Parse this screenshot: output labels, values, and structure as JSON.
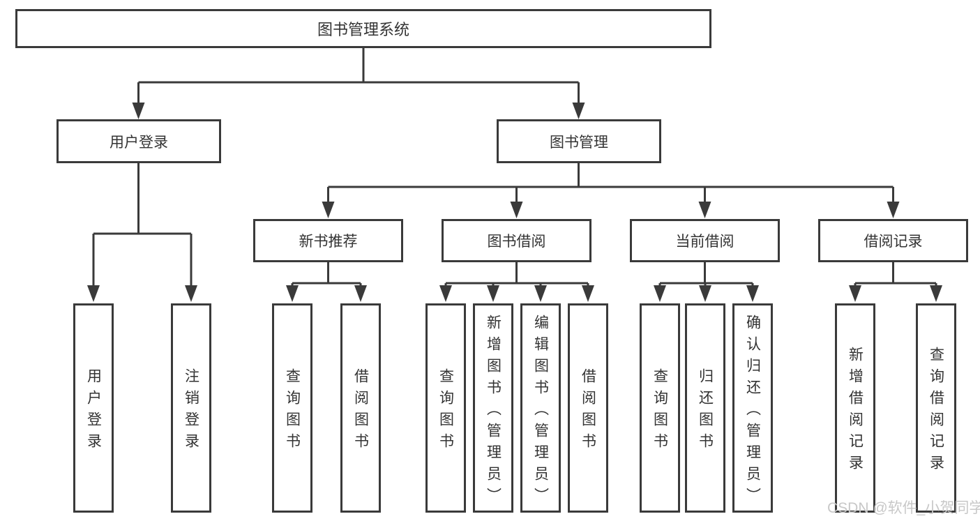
{
  "colors": {
    "line": "#3a3a3a",
    "text": "#333333",
    "box_fill": "#ffffff",
    "background": "#ffffff",
    "watermark": "#c8c8c8"
  },
  "diagram": {
    "root": {
      "label": "图书管理系统"
    },
    "branches": [
      {
        "label": "用户登录",
        "children": [
          {
            "label": "用户登录"
          },
          {
            "label": "注销登录"
          }
        ]
      },
      {
        "label": "图书管理",
        "children": [
          {
            "label": "新书推荐",
            "children": [
              {
                "label": "查询图书"
              },
              {
                "label": "借阅图书"
              }
            ]
          },
          {
            "label": "图书借阅",
            "children": [
              {
                "label": "查询图书"
              },
              {
                "label": "新增图书（管理员）"
              },
              {
                "label": "编辑图书（管理员）"
              },
              {
                "label": "借阅图书"
              }
            ]
          },
          {
            "label": "当前借阅",
            "children": [
              {
                "label": "查询图书"
              },
              {
                "label": "归还图书"
              },
              {
                "label": "确认归还（管理员）"
              }
            ]
          },
          {
            "label": "借阅记录",
            "children": [
              {
                "label": "新增借阅记录"
              },
              {
                "label": "查询借阅记录"
              }
            ]
          }
        ]
      }
    ]
  },
  "watermark": {
    "text": "CSDN @软件_小贺同学"
  }
}
